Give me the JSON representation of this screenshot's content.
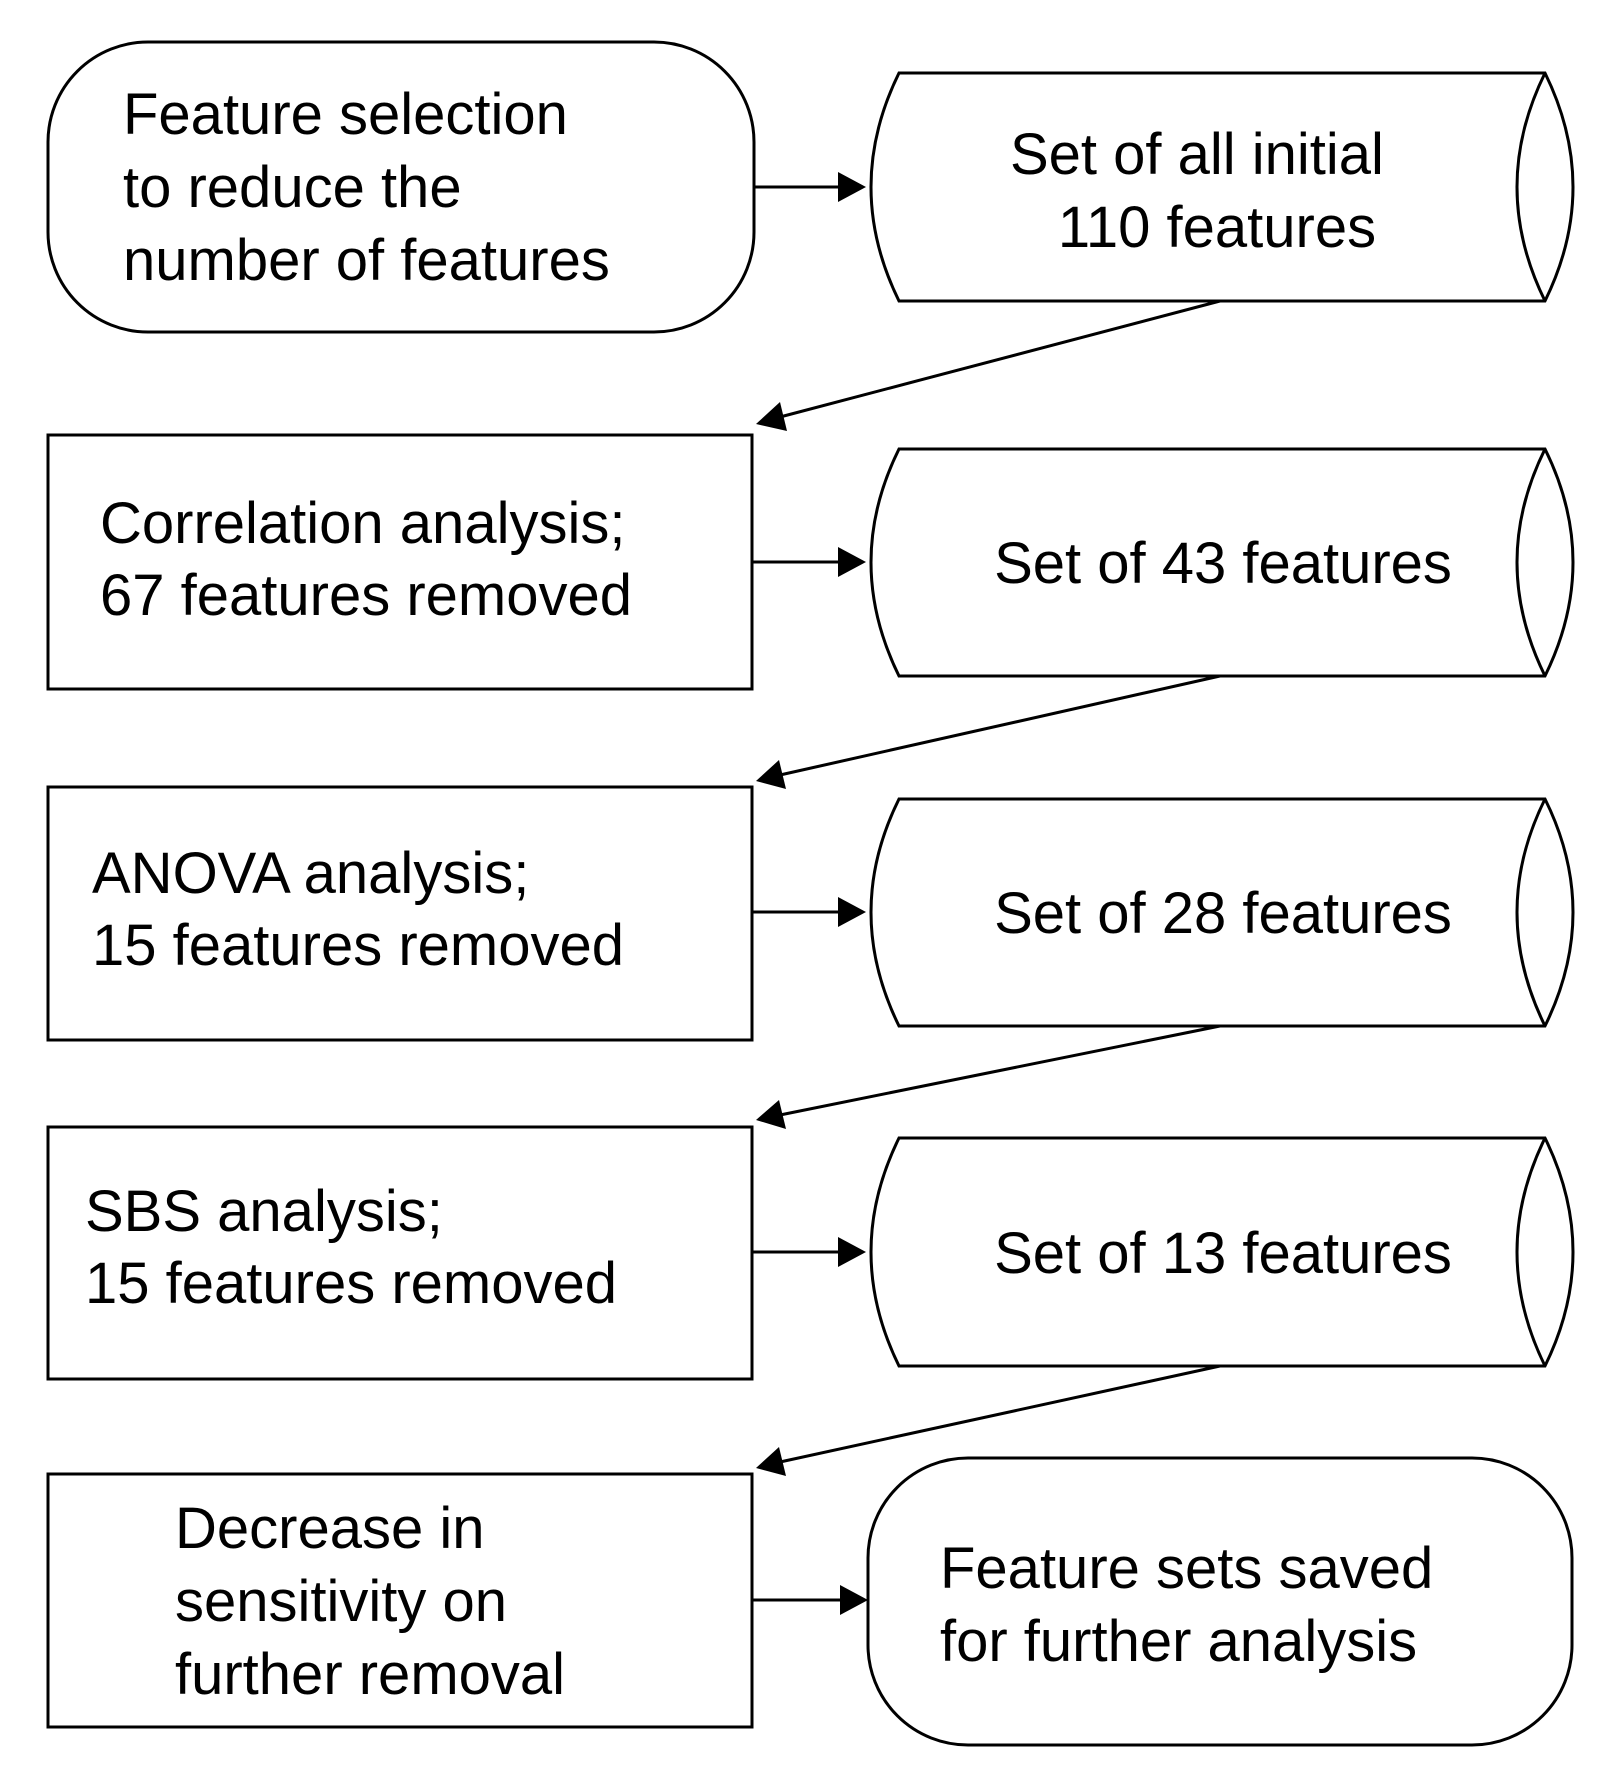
{
  "nodes": {
    "start": {
      "shape": "rounded-rectangle",
      "lines": [
        "Feature selection",
        "to reduce the",
        "number of features"
      ]
    },
    "set_initial": {
      "shape": "cylinder",
      "lines": [
        "Set of all initial",
        "110 features"
      ]
    },
    "correlation": {
      "shape": "rectangle",
      "lines": [
        "Correlation analysis;",
        "67 features removed"
      ]
    },
    "set_43": {
      "shape": "cylinder",
      "lines": [
        "Set of 43 features"
      ]
    },
    "anova": {
      "shape": "rectangle",
      "lines": [
        "ANOVA analysis;",
        "15 features removed"
      ]
    },
    "set_28": {
      "shape": "cylinder",
      "lines": [
        "Set of 28 features"
      ]
    },
    "sbs": {
      "shape": "rectangle",
      "lines": [
        "SBS analysis;",
        "15 features removed"
      ]
    },
    "set_13": {
      "shape": "cylinder",
      "lines": [
        "Set of 13 features"
      ]
    },
    "decrease": {
      "shape": "rectangle",
      "lines": [
        "Decrease in",
        "sensitivity on",
        "further removal"
      ]
    },
    "end": {
      "shape": "rounded-rectangle",
      "lines": [
        "Feature sets saved",
        "for further analysis"
      ]
    }
  },
  "edges": [
    {
      "from": "start",
      "to": "set_initial"
    },
    {
      "from": "set_initial",
      "to": "correlation"
    },
    {
      "from": "correlation",
      "to": "set_43"
    },
    {
      "from": "set_43",
      "to": "anova"
    },
    {
      "from": "anova",
      "to": "set_28"
    },
    {
      "from": "set_28",
      "to": "sbs"
    },
    {
      "from": "sbs",
      "to": "set_13"
    },
    {
      "from": "set_13",
      "to": "decrease"
    },
    {
      "from": "decrease",
      "to": "end"
    }
  ]
}
